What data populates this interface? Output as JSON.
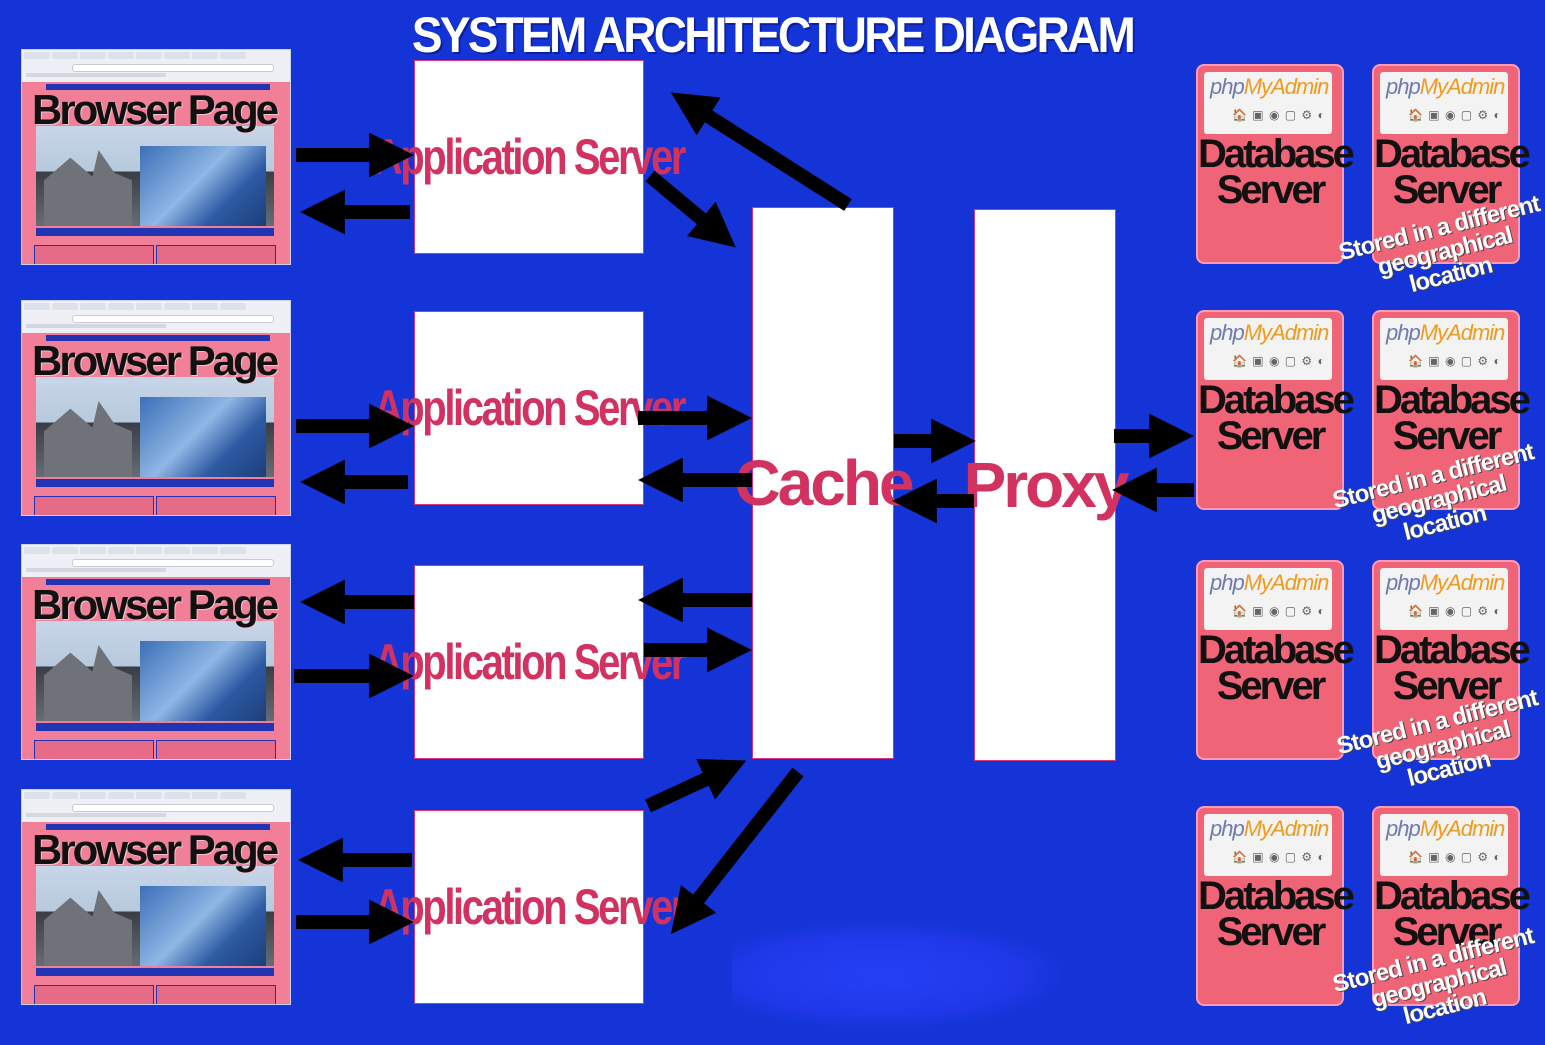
{
  "title": "SYSTEM ARCHITECTURE DIAGRAM",
  "browser_pages": [
    {
      "label": "Browser Page"
    },
    {
      "label": "Browser Page"
    },
    {
      "label": "Browser Page"
    },
    {
      "label": "Browser Page"
    }
  ],
  "app_servers": [
    {
      "label": "Application Server"
    },
    {
      "label": "Application Server"
    },
    {
      "label": "Application Server"
    },
    {
      "label": "Application Server"
    }
  ],
  "cache": {
    "label": "Cache"
  },
  "proxy": {
    "label": "Proxy"
  },
  "db_servers": [
    {
      "brand_php": "php",
      "brand_admin": "MyAdmin",
      "label": "Database Server",
      "note": ""
    },
    {
      "brand_php": "php",
      "brand_admin": "MyAdmin",
      "label": "Database Server",
      "note": "Stored in a different geographical location"
    },
    {
      "brand_php": "php",
      "brand_admin": "MyAdmin",
      "label": "Database Server",
      "note": ""
    },
    {
      "brand_php": "php",
      "brand_admin": "MyAdmin",
      "label": "Database Server",
      "note": "Stored in a different geographical location"
    },
    {
      "brand_php": "php",
      "brand_admin": "MyAdmin",
      "label": "Database Server",
      "note": ""
    },
    {
      "brand_php": "php",
      "brand_admin": "MyAdmin",
      "label": "Database Server",
      "note": "Stored in a different geographical location"
    },
    {
      "brand_php": "php",
      "brand_admin": "MyAdmin",
      "label": "Database Server",
      "note": ""
    },
    {
      "brand_php": "php",
      "brand_admin": "MyAdmin",
      "label": "Database Server",
      "note": "Stored in a different geographical location"
    }
  ],
  "colors": {
    "background": "#1434d8",
    "accent": "#d1325f",
    "db_card": "#f06477",
    "browser_bg": "#f07f97",
    "arrow": "#000000"
  }
}
